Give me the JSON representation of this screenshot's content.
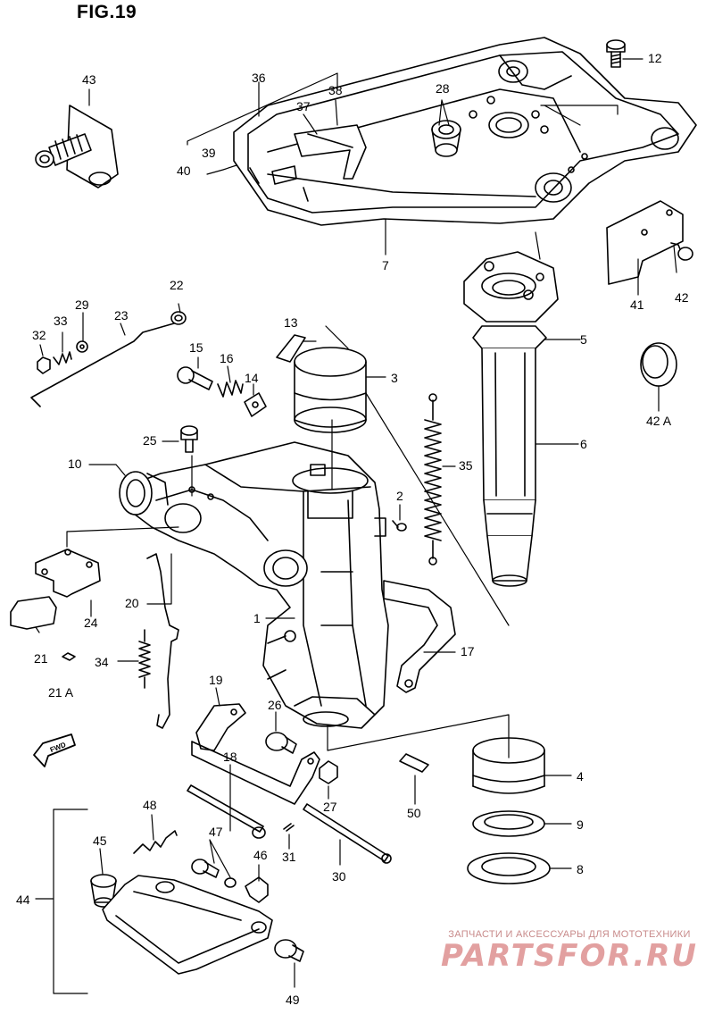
{
  "figure": {
    "title": "FIG.19"
  },
  "callouts": {
    "c1": "1",
    "c2": "2",
    "c3": "3",
    "c4": "4",
    "c5": "5",
    "c6": "6",
    "c7": "7",
    "c8": "8",
    "c9": "9",
    "c10": "10",
    "c12": "12",
    "c13": "13",
    "c14": "14",
    "c15": "15",
    "c16": "16",
    "c17": "17",
    "c18": "18",
    "c19": "19",
    "c20": "20",
    "c21": "21",
    "c21a": "21 A",
    "c22": "22",
    "c23": "23",
    "c24": "24",
    "c25": "25",
    "c26": "26",
    "c27": "27",
    "c28": "28",
    "c29": "29",
    "c30": "30",
    "c31": "31",
    "c32": "32",
    "c33": "33",
    "c34": "34",
    "c35": "35",
    "c36": "36",
    "c37": "37",
    "c38": "38",
    "c39": "39",
    "c40": "40",
    "c41": "41",
    "c42": "42",
    "c42a": "42 A",
    "c43": "43",
    "c44": "44",
    "c45": "45",
    "c46": "46",
    "c47": "47",
    "c48": "48",
    "c49": "49",
    "c50": "50"
  },
  "direction_marker": {
    "label": "FWD"
  },
  "watermark": {
    "tagline": "ЗАПЧАСТИ И АКСЕССУАРЫ ДЛЯ МОТОТЕХНИКИ",
    "site": "PARTSFOR.RU",
    "color": "#e2a0a0"
  }
}
